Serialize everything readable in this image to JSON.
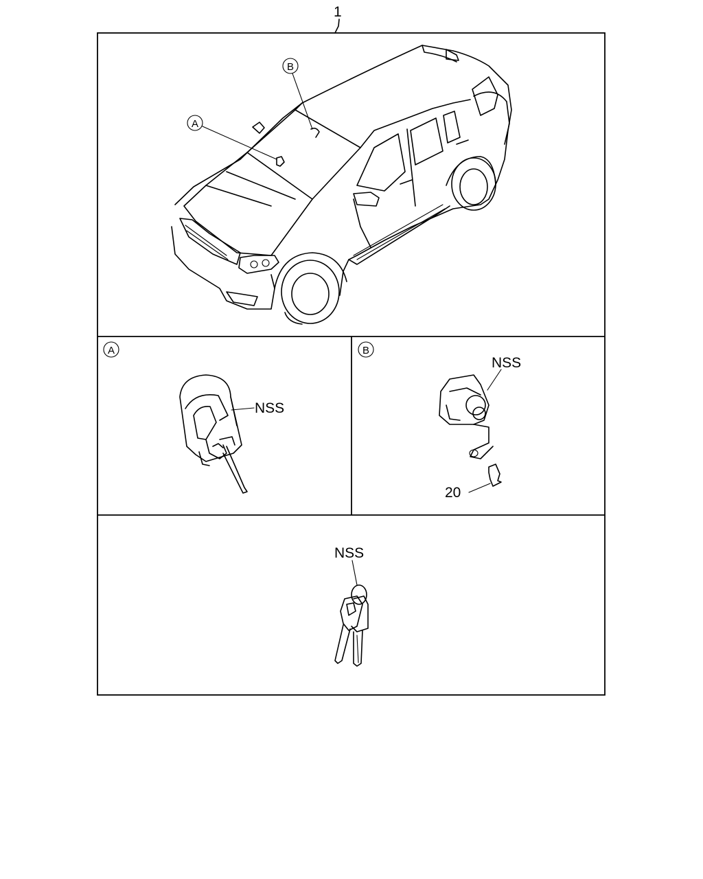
{
  "diagram": {
    "assembly_number": "1",
    "callouts": {
      "a": "A",
      "b": "B"
    },
    "parts": {
      "ignition_cylinder": "NSS",
      "door_lock_cylinder": "NSS",
      "bolt": "20",
      "keys": "NSS"
    }
  }
}
